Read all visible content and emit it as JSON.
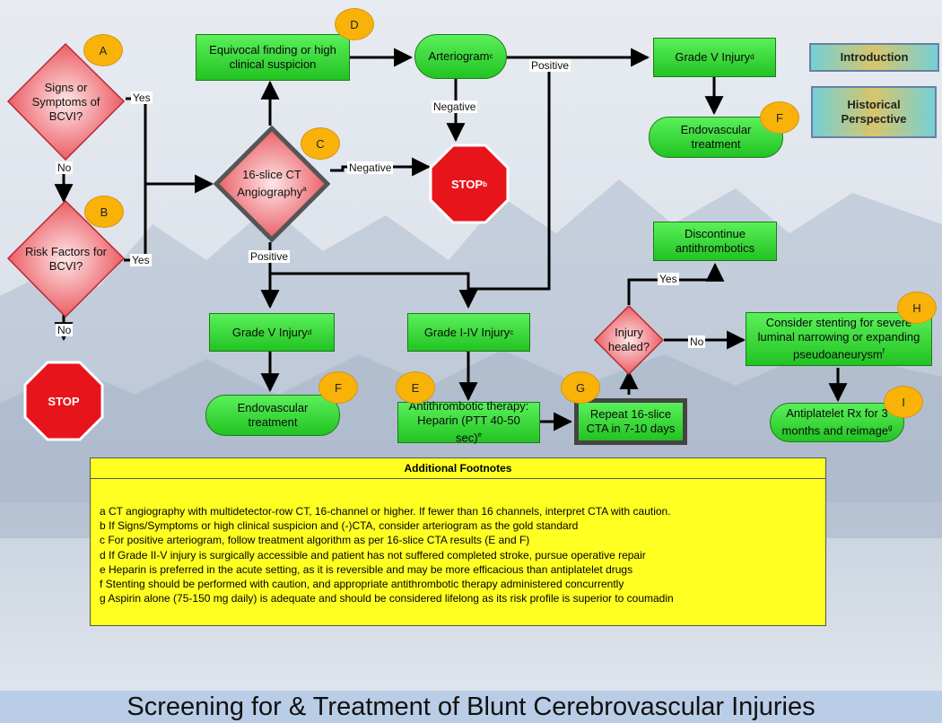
{
  "title": "Screening for & Treatment of Blunt Cerebrovascular Injuries",
  "nav": {
    "introduction": "Introduction",
    "historical": "Historical Perspective"
  },
  "letters": {
    "a": "A",
    "b": "B",
    "c": "C",
    "d": "D",
    "e": "E",
    "f": "F",
    "g": "G",
    "h": "H",
    "i": "I"
  },
  "nodes": {
    "signs": "Signs or Symptoms of BCVI?",
    "risk": "Risk Factors for BCVI?",
    "cta": "16-slice CT Angiography",
    "cta_sup": "a",
    "equivocal": "Equivocal finding or high clinical suspicion",
    "arteriogram": "Arteriogram",
    "arteriogram_sup": "c",
    "grade5_top": "Grade V Injury",
    "grade5_top_sup": "d",
    "endo_top": "Endovascular treatment",
    "stop_b": "STOP",
    "stop_b_sup": "b",
    "stop": "STOP",
    "grade5_left": "Grade V Injury",
    "grade5_left_sup": "d",
    "endo_left": "Endovascular treatment",
    "grade14": "Grade I-IV Injury",
    "grade14_sup": "c",
    "antithrombotic_1": "Antithrombotic therapy:",
    "antithrombotic_2": "Heparin (PTT 40-50 sec)",
    "antithrombotic_sup": "e",
    "repeat": "Repeat 16-slice CTA in 7-10 days",
    "healed": "Injury healed?",
    "discontinue": "Discontinue antithrombotics",
    "stenting": "Consider stenting for severe luminal narrowing or expanding pseudoaneurysm",
    "stenting_sup": "f",
    "antiplatelet": "Antiplatelet Rx for 3 months and reimage",
    "antiplatelet_sup": "g"
  },
  "labels": {
    "yes1": "Yes",
    "no1": "No",
    "yes2": "Yes",
    "no2": "No",
    "negative1": "Negative",
    "positive1": "Positive",
    "negative2": "Negative",
    "positive2": "Positive",
    "yes3": "Yes",
    "no3": "No"
  },
  "footnotes": {
    "title": "Additional Footnotes",
    "items": [
      "a CT angiography with multidetector-row CT, 16-channel or higher. If fewer than 16 channels, interpret CTA with caution.",
      "b If Signs/Symptoms or high clinical suspicion and (-)CTA, consider arteriogram as the gold standard",
      "c For positive arteriogram, follow treatment algorithm as per 16-slice CTA results (E and F)",
      "d If Grade II-V injury is surgically accessible and patient has not suffered completed stroke, pursue operative repair",
      "e Heparin is preferred in the acute setting, as it is reversible and may be more efficacious than antiplatelet drugs",
      "f Stenting should be performed with caution, and appropriate antithrombotic therapy administered concurrently",
      "g Aspirin alone (75-150 mg daily) is adequate and should be considered lifelong as its risk profile is superior to coumadin"
    ]
  },
  "colors": {
    "node_green": "#2fd62f",
    "diamond_red": "#e8424c",
    "stop_red": "#e8141c",
    "letter_orange": "#f9b208",
    "footnote_yellow": "#ffff22",
    "title_bar": "#b9cde6"
  }
}
